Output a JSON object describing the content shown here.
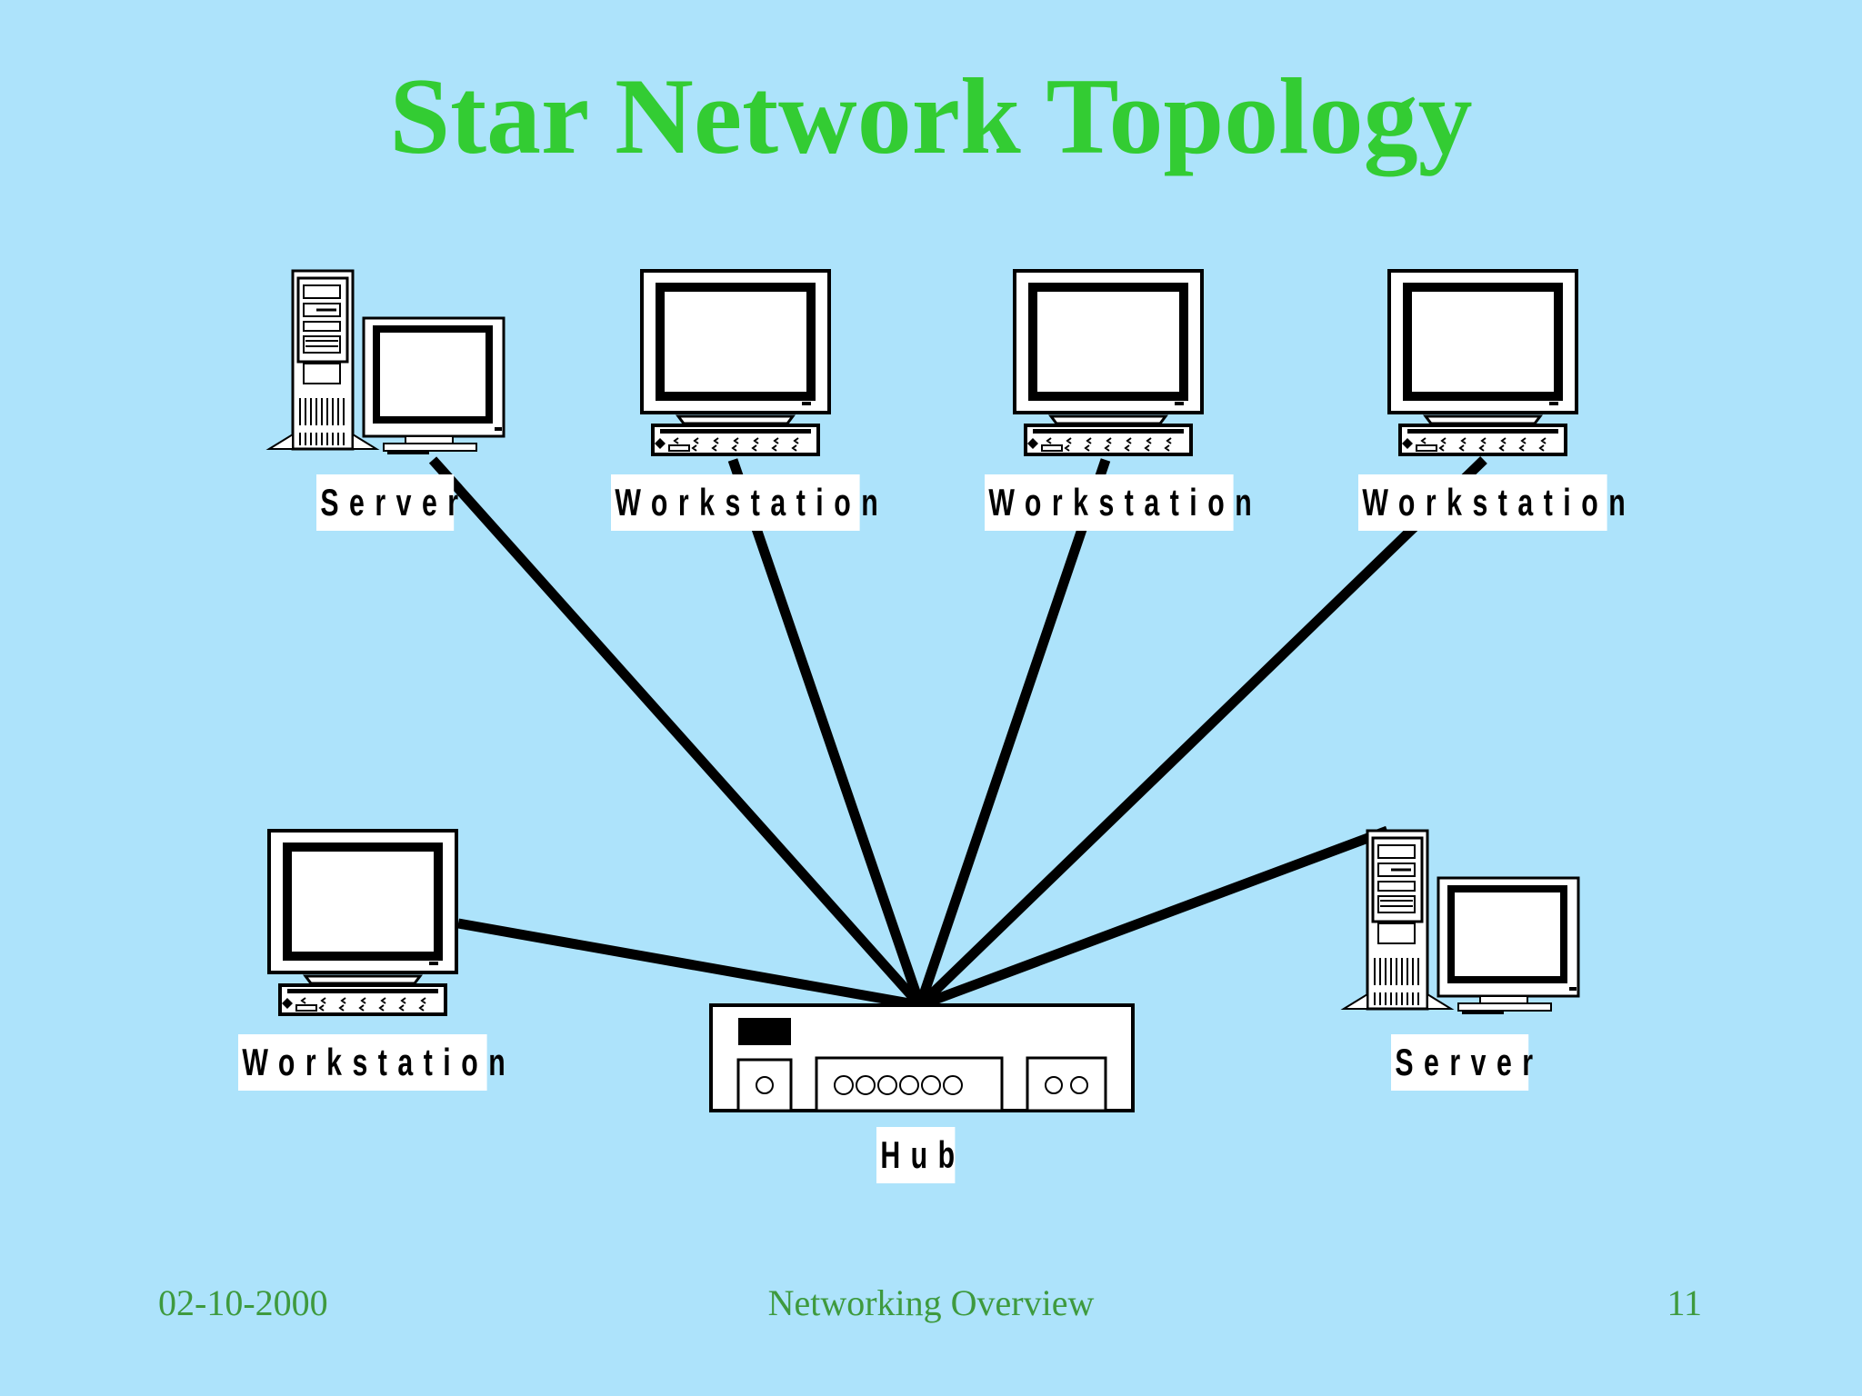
{
  "title": "Star Network Topology",
  "nodes": {
    "server_top": {
      "label": "Server"
    },
    "ws_top_1": {
      "label": "Workstation"
    },
    "ws_top_2": {
      "label": "Workstation"
    },
    "ws_top_3": {
      "label": "Workstation"
    },
    "ws_left": {
      "label": "Workstation"
    },
    "server_right": {
      "label": "Server"
    },
    "hub": {
      "label": "Hub"
    }
  },
  "footer": {
    "date": "02-10-2000",
    "center": "Networking Overview",
    "page_number": "11"
  },
  "colors": {
    "background": "#ADE3FB",
    "title": "#33CC33",
    "footer": "#3E9A3E",
    "cable": "#000000"
  }
}
